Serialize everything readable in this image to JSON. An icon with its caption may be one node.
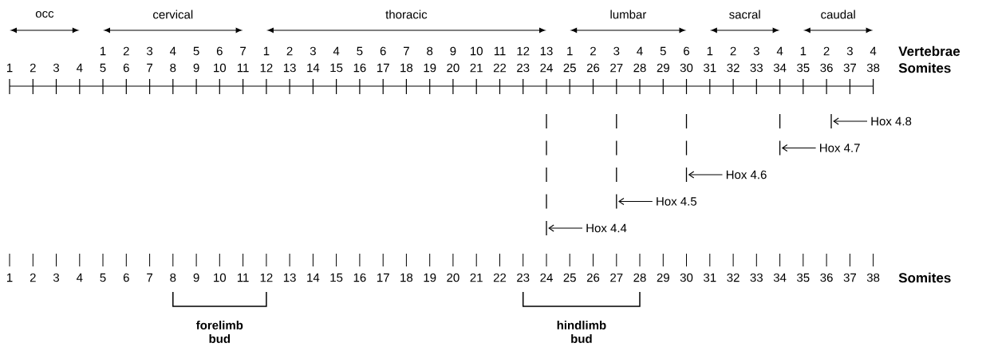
{
  "diagram": {
    "nodes": [
      {
        "text": [],
        "shape": "bar"
      },
      {
        "text": [],
        "shape": "bar"
      },
      {
        "text": [],
        "shape": "bar"
      },
      {
        "text": [],
        "shape": "bar"
      },
      {
        "text": [],
        "shape": "bar"
      },
      {
        "text": [
          "Hox 4.8"
        ]
      },
      {
        "text": [
          "Hox 4.7"
        ]
      },
      {
        "text": [
          "Hox 4.6"
        ]
      },
      {
        "text": [
          "Hox 4.5"
        ]
      },
      {
        "text": [
          "Hox 4.4"
        ]
      }
    ],
    "edges": [
      {
        "from": 5,
        "to": 4,
        "arrow": "to"
      },
      {
        "from": 6,
        "to": 3,
        "arrow": "to"
      },
      {
        "from": 7,
        "to": 2,
        "arrow": "to"
      },
      {
        "from": 8,
        "to": 1,
        "arrow": "to"
      },
      {
        "from": 9,
        "to": 0,
        "arrow": "to"
      }
    ],
    "labels": [
      "occ",
      "cervical",
      "thoracic",
      "lumbar",
      "sacral",
      "caudal",
      "1",
      "2",
      "3",
      "4",
      "5",
      "6",
      "7",
      "1",
      "2",
      "3",
      "4",
      "5",
      "6",
      "7",
      "8",
      "9",
      "10",
      "11",
      "12",
      "13",
      "1",
      "2",
      "3",
      "4",
      "5",
      "6",
      "1",
      "2",
      "3",
      "4",
      "1",
      "2",
      "3",
      "4",
      "Vertebrae",
      "1",
      "2",
      "3",
      "4",
      "5",
      "6",
      "7",
      "8",
      "9",
      "10",
      "11",
      "12",
      "13",
      "14",
      "15",
      "16",
      "17",
      "18",
      "19",
      "20",
      "21",
      "22",
      "23",
      "24",
      "25",
      "26",
      "27",
      "28",
      "29",
      "30",
      "31",
      "32",
      "33",
      "34",
      "35",
      "36",
      "37",
      "38",
      "Somites",
      "1",
      "2",
      "3",
      "4",
      "5",
      "6",
      "7",
      "8",
      "9",
      "10",
      "11",
      "12",
      "13",
      "14",
      "15",
      "16",
      "17",
      "18",
      "19",
      "20",
      "21",
      "22",
      "23",
      "24",
      "25",
      "26",
      "27",
      "28",
      "29",
      "30",
      "31",
      "32",
      "33",
      "34",
      "35",
      "36",
      "37",
      "38",
      "Somites",
      "forelimb bud",
      "hindlimb bud"
    ]
  }
}
